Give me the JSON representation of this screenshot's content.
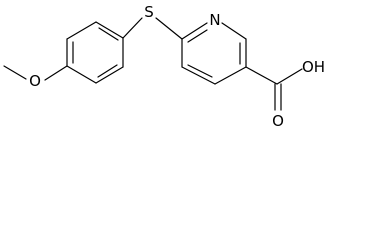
{
  "molecule": {
    "atom_labels": {
      "sulfur": "S",
      "nitrogen": "N",
      "ether_oxygen": "O",
      "hydroxyl": "OH",
      "carbonyl_oxygen": "O"
    }
  },
  "colors": {
    "bond": "#000000",
    "label": "#000000",
    "background": "#ffffff"
  }
}
